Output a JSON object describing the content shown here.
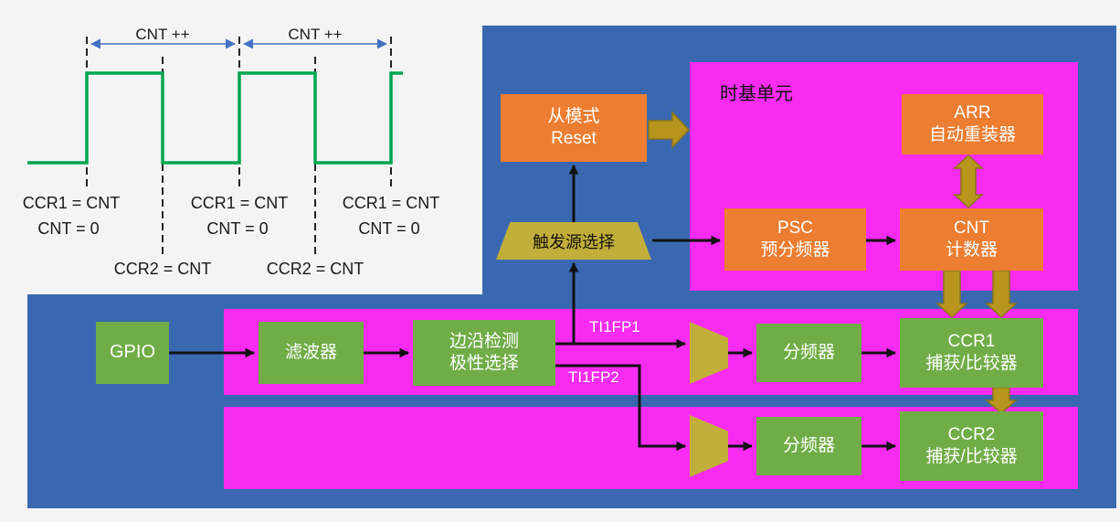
{
  "colors": {
    "background_blue": "#3a68b0",
    "panel_magenta": "#f82bf1",
    "block_orange": "#ed7d31",
    "block_green": "#70ad47",
    "mux_khaki": "#c2ae3b",
    "thick_arrow_gold": "#b8961e",
    "waveform_green": "#00a550",
    "measure_blue": "#4472c4"
  },
  "waveform": {
    "cnt_inc": [
      "CNT ++",
      "CNT ++"
    ],
    "ccr1": [
      "CCR1 = CNT",
      "CCR1 = CNT",
      "CCR1 = CNT"
    ],
    "cnt0": [
      "CNT = 0",
      "CNT = 0",
      "CNT = 0"
    ],
    "ccr2": [
      "CCR2 = CNT",
      "CCR2 = CNT"
    ]
  },
  "blocks": {
    "timebase_title": "时基单元",
    "slave_mode": "从模式\nReset",
    "trigger_select": "触发源选择",
    "psc": "PSC\n预分频器",
    "arr": "ARR\n自动重装器",
    "cnt": "CNT\n计数器",
    "gpio": "GPIO",
    "filter": "滤波器",
    "edge_detect": "边沿检测\n极性选择",
    "divider1": "分频器",
    "divider2": "分频器",
    "ccr1": "CCR1\n捕获/比较器",
    "ccr2": "CCR2\n捕获/比较器"
  },
  "signals": {
    "ti1fp1": "TI1FP1",
    "ti1fp2": "TI1FP2"
  }
}
